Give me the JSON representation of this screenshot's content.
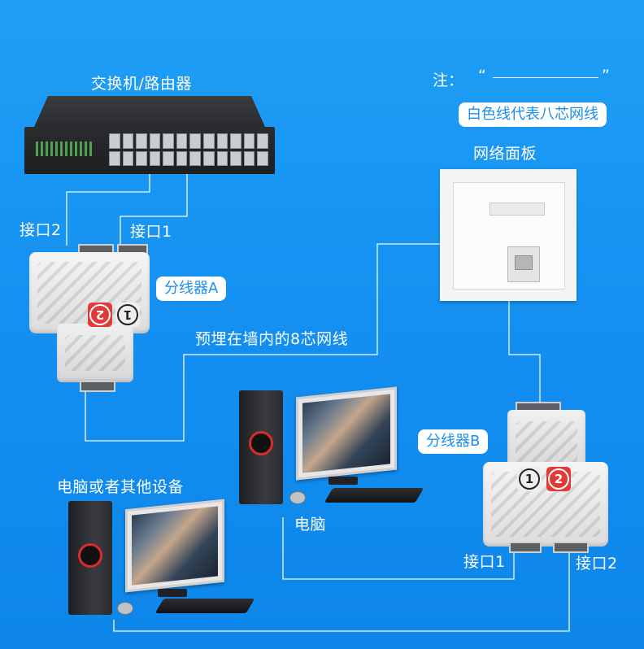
{
  "labels": {
    "switch": "交换机/路由器",
    "wall_plate": "网络面板",
    "splitter_a": "分线器A",
    "splitter_b": "分线器B",
    "wall_cable": "预埋在墙内的8芯网线",
    "pc_right": "电脑",
    "pc_left": "电脑或者其他设备",
    "a_port2": "接口2",
    "a_port1": "接口1",
    "b_port1": "接口1",
    "b_port2": "接口2"
  },
  "note": {
    "prefix": "注：",
    "open_quote": "“",
    "close_quote": "”",
    "legend": "白色线代表八芯网线"
  },
  "badges": {
    "one": "1",
    "two": "2"
  },
  "icons": {
    "switch": "network-switch-icon",
    "plate": "wall-plate-icon",
    "splitter": "rj45-splitter-icon",
    "pc": "desktop-computer-icon"
  },
  "colors": {
    "background": "#138ef0",
    "wire": "#ffffff",
    "badge_red": "#e23a36"
  }
}
